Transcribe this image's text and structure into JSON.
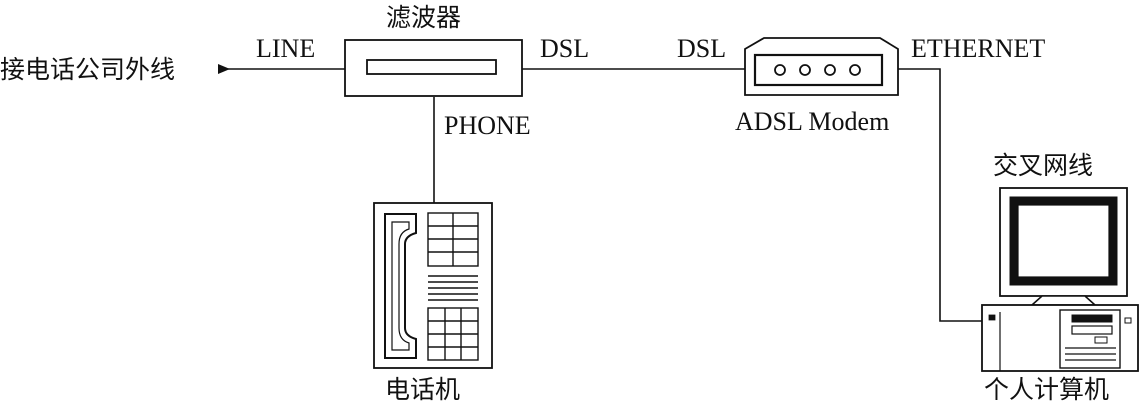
{
  "labels": {
    "outside_line": "接电话公司外线",
    "line": "LINE",
    "filter": "滤波器",
    "dsl_left": "DSL",
    "dsl_right": "DSL",
    "ethernet": "ETHERNET",
    "modem": "ADSL Modem",
    "phone_port": "PHONE",
    "crossover_cable": "交叉网线",
    "telephone": "电话机",
    "computer": "个人计算机"
  },
  "colors": {
    "stroke": "#111111",
    "background": "#ffffff"
  }
}
